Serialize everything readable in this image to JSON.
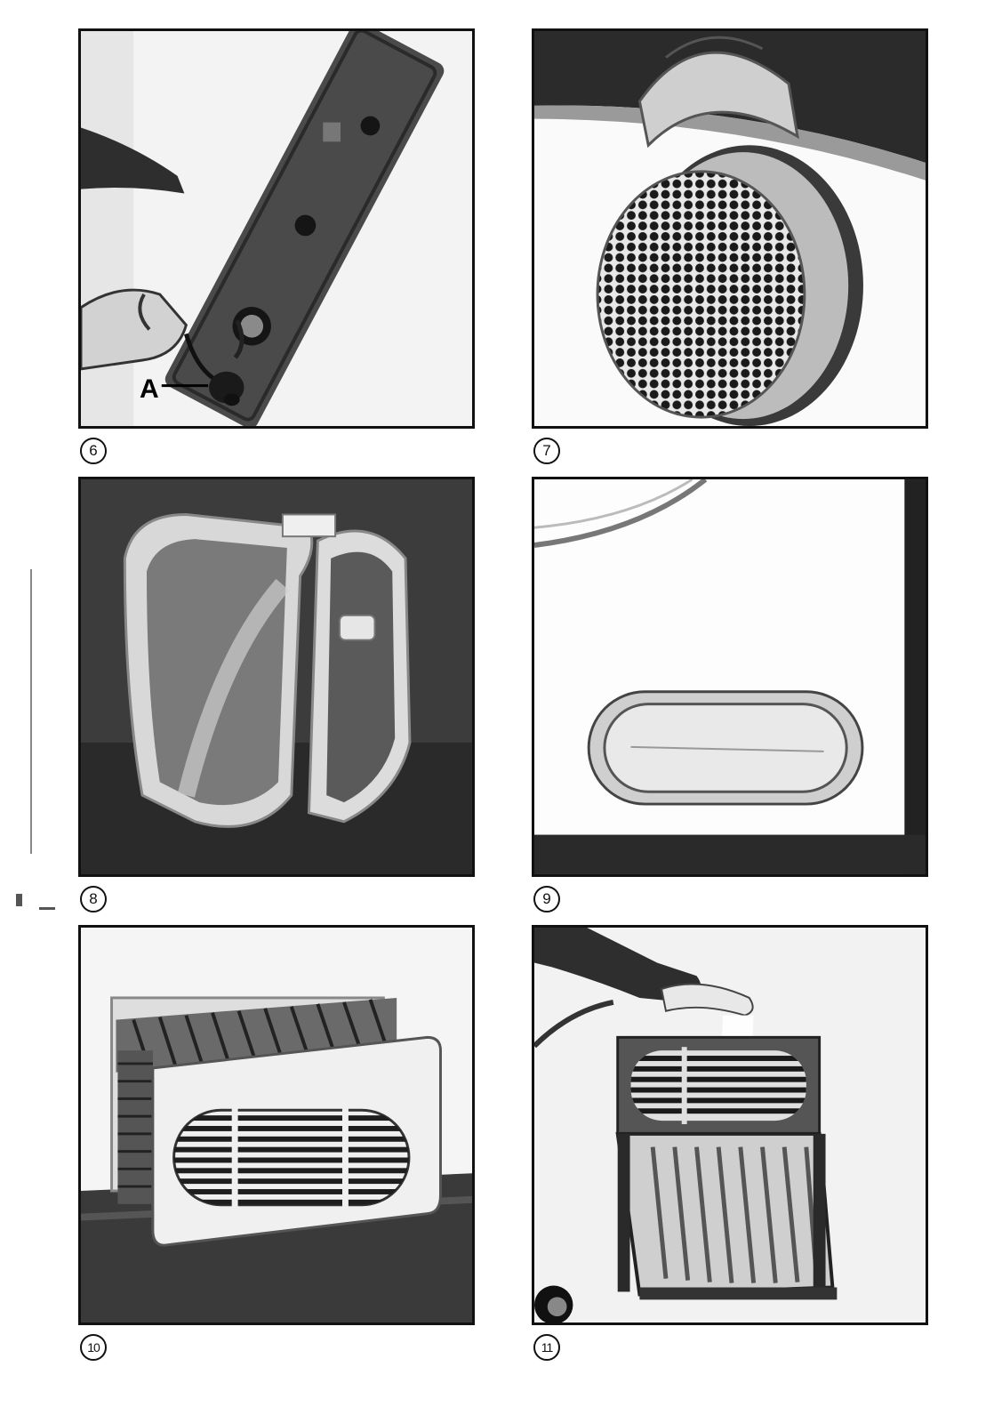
{
  "figures": [
    {
      "number": "6"
    },
    {
      "number": "7"
    },
    {
      "number": "8"
    },
    {
      "number": "9"
    },
    {
      "number": "10"
    },
    {
      "number": "11"
    }
  ],
  "callouts": {
    "figure_6_label": "A"
  },
  "colors": {
    "ink": "#111111",
    "paper": "#ffffff",
    "photo_light": "#f1f1f1",
    "photo_dark": "#2a2a2a"
  }
}
